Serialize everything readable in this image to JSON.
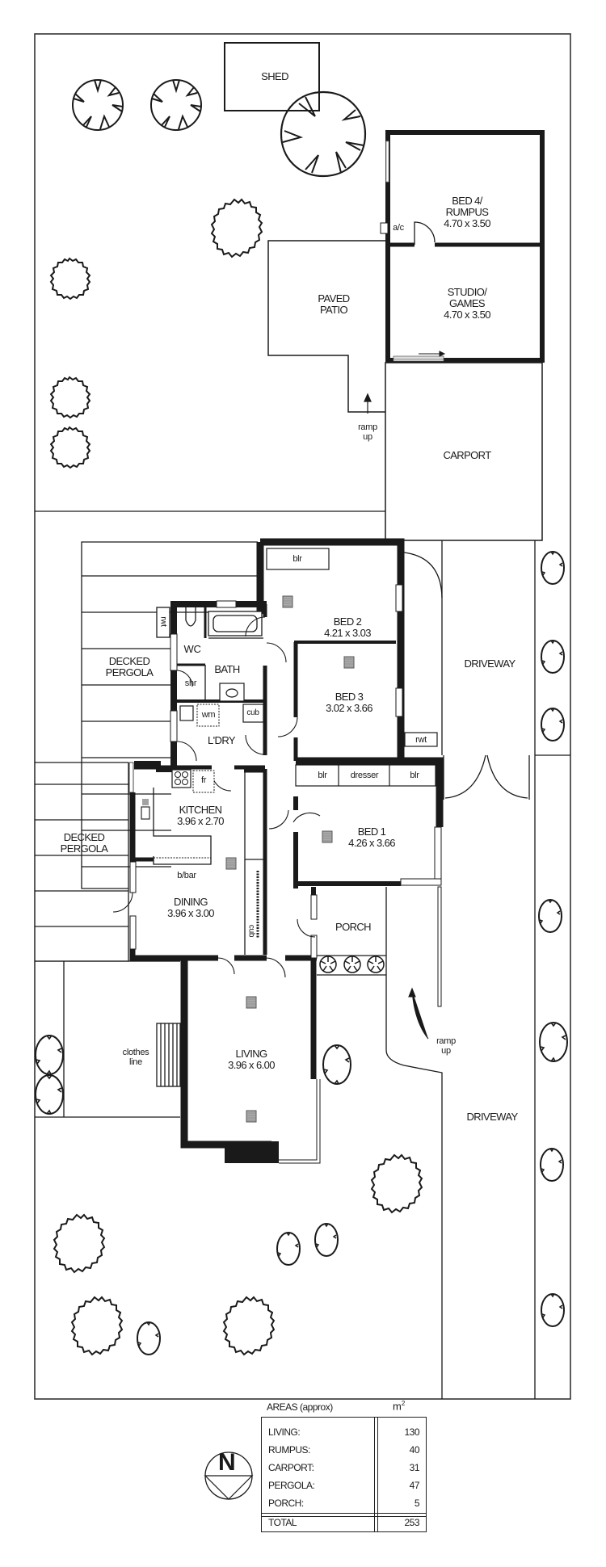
{
  "plan": {
    "rooms": {
      "shed": {
        "label": "SHED"
      },
      "bed4": {
        "label_line1": "BED 4/",
        "label_line2": "RUMPUS",
        "dims": "4.70 x 3.50"
      },
      "studio": {
        "label_line1": "STUDIO/",
        "label_line2": "GAMES",
        "dims": "4.70 x 3.50"
      },
      "patio": {
        "label_line1": "PAVED",
        "label_line2": "PATIO"
      },
      "carport": {
        "label": "CARPORT"
      },
      "bed2": {
        "label": "BED 2",
        "dims": "4.21 x 3.03"
      },
      "bed3": {
        "label": "BED 3",
        "dims": "3.02 x 3.66"
      },
      "bed1": {
        "label": "BED 1",
        "dims": "4.26 x 3.66"
      },
      "kitchen": {
        "label": "KITCHEN",
        "dims": "3.96 x 2.70"
      },
      "dining": {
        "label": "DINING",
        "dims": "3.96 x 3.00"
      },
      "living": {
        "label": "LIVING",
        "dims": "3.96 x 6.00"
      },
      "porch": {
        "label": "PORCH"
      },
      "bath": {
        "label": "BATH"
      },
      "wc": {
        "label": "WC"
      },
      "shr": {
        "label": "shr"
      },
      "laundry": {
        "label": "L'DRY"
      },
      "pergola_upper": {
        "label_line1": "DECKED",
        "label_line2": "PERGOLA"
      },
      "pergola_lower": {
        "label_line1": "DECKED",
        "label_line2": "PERGOLA"
      },
      "driveway_upper": {
        "label": "DRIVEWAY"
      },
      "driveway_lower": {
        "label": "DRIVEWAY"
      },
      "clothesline": {
        "label_line1": "clothes",
        "label_line2": "line"
      }
    },
    "fixtures": {
      "ac": "a/c",
      "ramp_top_line1": "ramp",
      "ramp_top_line2": "up",
      "ramp_bottom_line1": "ramp",
      "ramp_bottom_line2": "up",
      "bed2_blr": "blr",
      "bed1_blr_left": "blr",
      "bed1_dresser": "dresser",
      "bed1_blr_right": "blr",
      "rwt_left": "rwt",
      "rwt_right": "rwt",
      "wm": "wm",
      "cub_laundry": "cub",
      "fr": "fr",
      "bbar": "b/bar",
      "cub_hall": "cub"
    }
  },
  "compass": {
    "label": "N"
  },
  "areas": {
    "title": "AREAS (approx)",
    "unit": "m",
    "unit_sup": "2",
    "rows": [
      {
        "name": "LIVING:",
        "value": "130"
      },
      {
        "name": "RUMPUS:",
        "value": "40"
      },
      {
        "name": "CARPORT:",
        "value": "31"
      },
      {
        "name": "PERGOLA:",
        "value": "47"
      },
      {
        "name": "PORCH:",
        "value": "5"
      }
    ],
    "total": {
      "name": "TOTAL",
      "value": "253"
    }
  }
}
